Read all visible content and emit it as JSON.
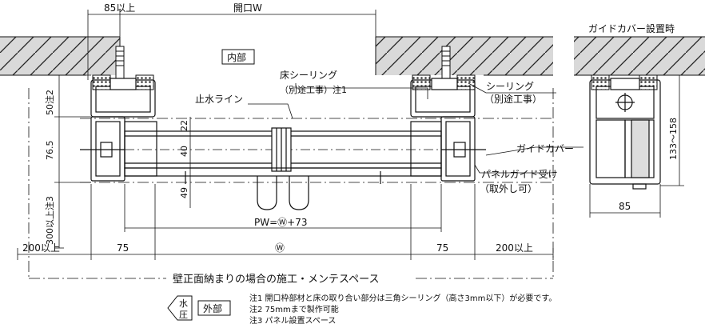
{
  "title_guide_cover": "ガイドカバー設置時",
  "labels": {
    "inside": "内部",
    "outside": "外部",
    "floor_sealing": "床シーリング",
    "separate_work_note1": "（別途工事）注1",
    "sealing": "シーリング",
    "separate_work": "（別途工事）",
    "water_stop_line": "止水ライン",
    "guide_cover": "ガイドカバー",
    "panel_guide_receiver": "パネルガイド受け",
    "removable": "（取外し可）",
    "water_pressure_1": "水",
    "water_pressure_2": "圧"
  },
  "dimensions": {
    "top_left": "85以上",
    "opening_w": "開口W",
    "left_50": "50注2",
    "left_76_5": "76.5",
    "left_300": "300以上注3",
    "center_22": "22",
    "center_40": "40",
    "center_49": "49",
    "pw": "PW=Ⓦ+73",
    "w_mark": "Ⓦ",
    "bottom_200_left": "200以上",
    "bottom_75_left": "75",
    "bottom_75_right": "75",
    "bottom_200_right": "200以上",
    "right_133_158": "133～158",
    "right_85": "85"
  },
  "maintenance_space": "壁正面納まりの場合の施工・メンテスペース",
  "notes": [
    "注1 開口枠部材と床の取り合い部分は三角シーリング（高さ3mm以下）が必要です。",
    "注2 75mmまで製作可能",
    "注3 パネル設置スペース"
  ]
}
